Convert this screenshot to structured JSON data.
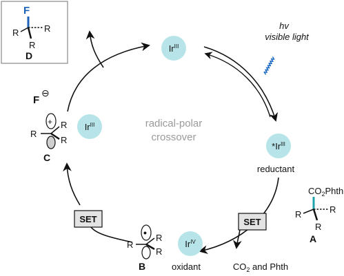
{
  "colors": {
    "accent_blue": "#1565c0",
    "catalyst_fill": "#b7e4e8",
    "fluoride_blue": "#1a63b8",
    "teal_bond": "#1fa3ad",
    "set_box_fill": "#e3e3e3",
    "muted_text": "#9a9a9a"
  },
  "catalysts": {
    "ground": {
      "symbol": "Ir",
      "oxidation": "III",
      "prefix": ""
    },
    "excited": {
      "symbol": "Ir",
      "oxidation": "III",
      "prefix": "*"
    },
    "oxidized": {
      "symbol": "Ir",
      "oxidation": "IV",
      "prefix": ""
    },
    "center": {
      "symbol": "Ir",
      "oxidation": "III",
      "prefix": ""
    }
  },
  "light": {
    "line1": "hv",
    "line2": "visible light"
  },
  "center_label": {
    "line1": "radical-polar",
    "line2": "crossover"
  },
  "roles": {
    "reductant": "reductant",
    "oxidant": "oxidant"
  },
  "set_labels": {
    "right": "SET",
    "left": "SET"
  },
  "byproducts": {
    "co2_prefix": "CO",
    "co2_sub": "2",
    "co2_suffix": " and Phth"
  },
  "fluoride": {
    "symbol": "F",
    "charge": "⊖"
  },
  "compounds": {
    "A": {
      "label": "A",
      "ester_prefix": "CO",
      "ester_sub": "2",
      "ester_suffix": "Phth",
      "r1": "R",
      "r2": "R",
      "r3": "R"
    },
    "B": {
      "label": "B",
      "r1": "R",
      "r2": "R",
      "r3": "R",
      "radical": "•"
    },
    "C": {
      "label": "C",
      "r1": "R",
      "r2": "R",
      "r3": "R",
      "charge": "+"
    },
    "D": {
      "label": "D",
      "f": "F",
      "r1": "R",
      "r2": "R",
      "r3": "R"
    }
  }
}
